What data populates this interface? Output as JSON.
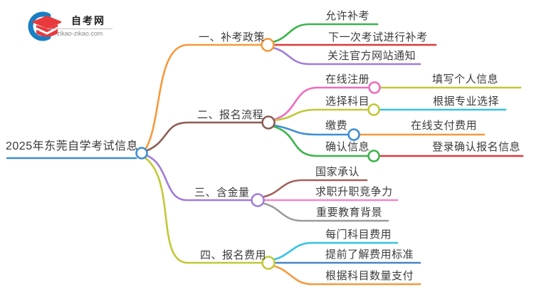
{
  "logo": {
    "site_name": "自考网",
    "site_url": "zikao-zikao.com",
    "icon": "graduation-cap-icon",
    "swoosh_color": "#1a7ec2",
    "cap_color": "#e8393d"
  },
  "colors": {
    "blue": "#3e8ed3",
    "steel_blue": "#4b84c4",
    "cyan": "#36c2e5",
    "orange": "#f6993c",
    "green": "#3cb44c",
    "red": "#dc3a3a",
    "purple": "#a07cd6",
    "brown": "#8d5c55",
    "brown_light": "#a0625b",
    "pink": "#ee6cbe",
    "pink_light": "#f486c8",
    "olive": "#c2c838",
    "gray": "#9b9b9b",
    "text": "#3c3c3c"
  },
  "map": {
    "center": {
      "label": "2025年东莞自学考试信息"
    },
    "branches": [
      {
        "label": "一、补考政策",
        "children": [
          {
            "label": "允许补考"
          },
          {
            "label": "下一次考试进行补考"
          },
          {
            "label": "关注官方网站通知"
          }
        ]
      },
      {
        "label": "二、报名流程",
        "children": [
          {
            "label": "在线注册",
            "child": {
              "label": "填写个人信息"
            }
          },
          {
            "label": "选择科目",
            "child": {
              "label": "根据专业选择"
            }
          },
          {
            "label": "缴费",
            "child": {
              "label": "在线支付费用"
            }
          },
          {
            "label": "确认信息",
            "child": {
              "label": "登录确认报名信息"
            }
          }
        ]
      },
      {
        "label": "三、含金量",
        "children": [
          {
            "label": "国家承认"
          },
          {
            "label": "求职升职竞争力"
          },
          {
            "label": "重要教育背景"
          }
        ]
      },
      {
        "label": "四、报名费用",
        "children": [
          {
            "label": "每门科目费用"
          },
          {
            "label": "提前了解费用标准"
          },
          {
            "label": "根据科目数量支付"
          }
        ]
      }
    ]
  }
}
